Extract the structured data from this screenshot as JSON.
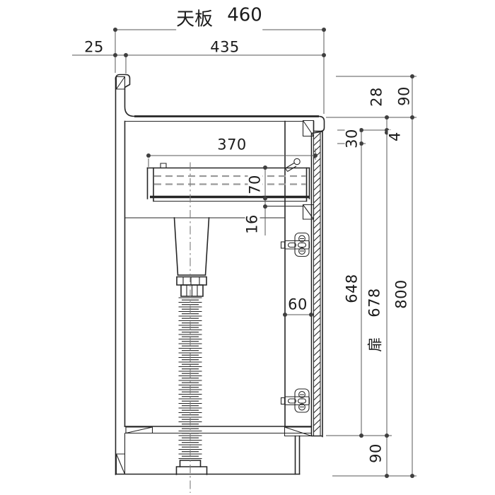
{
  "title": {
    "label": "天板",
    "value": "460"
  },
  "dimensions": {
    "inner_depth": "435",
    "back_panel": "25",
    "sink_width": "370",
    "sink_depth": "70",
    "under_sink_gap": "16",
    "door_clearance": "60",
    "top_rail": "30",
    "counter_edge": "28",
    "door_top_gap": "4",
    "backsplash_height": "90",
    "door_opening_height": "648",
    "door_height": "678",
    "body_height": "800",
    "base_height": "90"
  },
  "door": {
    "label": "扉"
  },
  "colors": {
    "ink": "#262626",
    "dim_line": "#575757",
    "dim_dot": "#3f3f3f",
    "dashed": "#9a9a9a",
    "centerline": "#7a7a7a",
    "background": "#ffffff",
    "text": "#1c1c1c"
  }
}
